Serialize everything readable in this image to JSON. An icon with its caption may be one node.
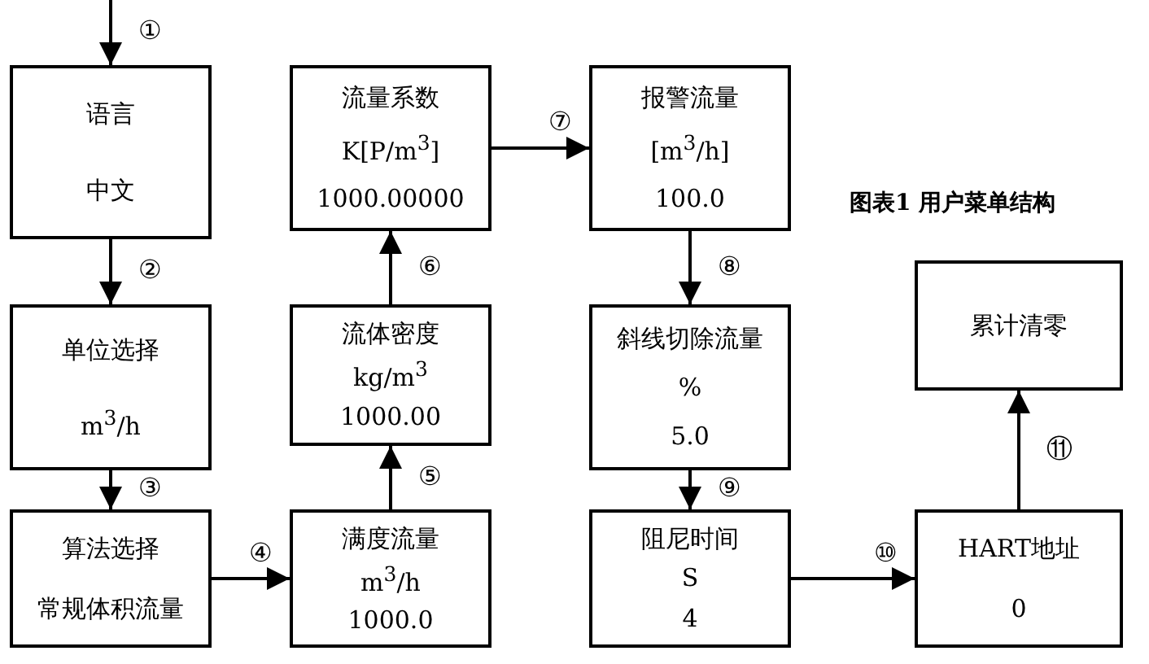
{
  "diagram": {
    "title": "图表1 用户菜单结构",
    "nodes": [
      {
        "text": [
          "语言",
          "中文"
        ]
      },
      {
        "text": [
          "单位选择",
          "m$^{3}$/h"
        ]
      },
      {
        "text": [
          "算法选择",
          "常规体积流量"
        ]
      },
      {
        "text": [
          "满度流量",
          "m$^{3}$/h",
          "1000.0"
        ]
      },
      {
        "text": [
          "流体密度",
          "kg/m$^{3}$",
          "1000.00"
        ]
      },
      {
        "text": [
          "流量系数",
          "K[P/m$^{3}$]",
          "1000.00000"
        ]
      },
      {
        "text": [
          "报警流量",
          "[m$^{3}$/h]",
          "100.0"
        ]
      },
      {
        "text": [
          "斜线切除流量",
          "%",
          "5.0"
        ]
      },
      {
        "text": [
          "阻尼时间",
          "S",
          "4"
        ]
      },
      {
        "text": [
          "HART地址",
          "0"
        ]
      },
      {
        "text": [
          "累计清零"
        ]
      }
    ],
    "edges": [
      {
        "from": null,
        "to": 0,
        "arrow": "to",
        "label": "①"
      },
      {
        "from": 0,
        "to": 1,
        "arrow": "to",
        "label": "②"
      },
      {
        "from": 1,
        "to": 2,
        "arrow": "to",
        "label": "③"
      },
      {
        "from": 2,
        "to": 3,
        "arrow": "to",
        "label": "④"
      },
      {
        "from": 3,
        "to": 4,
        "arrow": "to",
        "label": "⑤"
      },
      {
        "from": 4,
        "to": 5,
        "arrow": "to",
        "label": "⑥"
      },
      {
        "from": 5,
        "to": 6,
        "arrow": "to",
        "label": "⑦"
      },
      {
        "from": 6,
        "to": 7,
        "arrow": "to",
        "label": "⑧"
      },
      {
        "from": 7,
        "to": 8,
        "arrow": "to",
        "label": "⑨"
      },
      {
        "from": 8,
        "to": 9,
        "arrow": "to",
        "label": "⑩"
      },
      {
        "from": 9,
        "to": 10,
        "arrow": "to",
        "label": "⑪"
      }
    ]
  }
}
